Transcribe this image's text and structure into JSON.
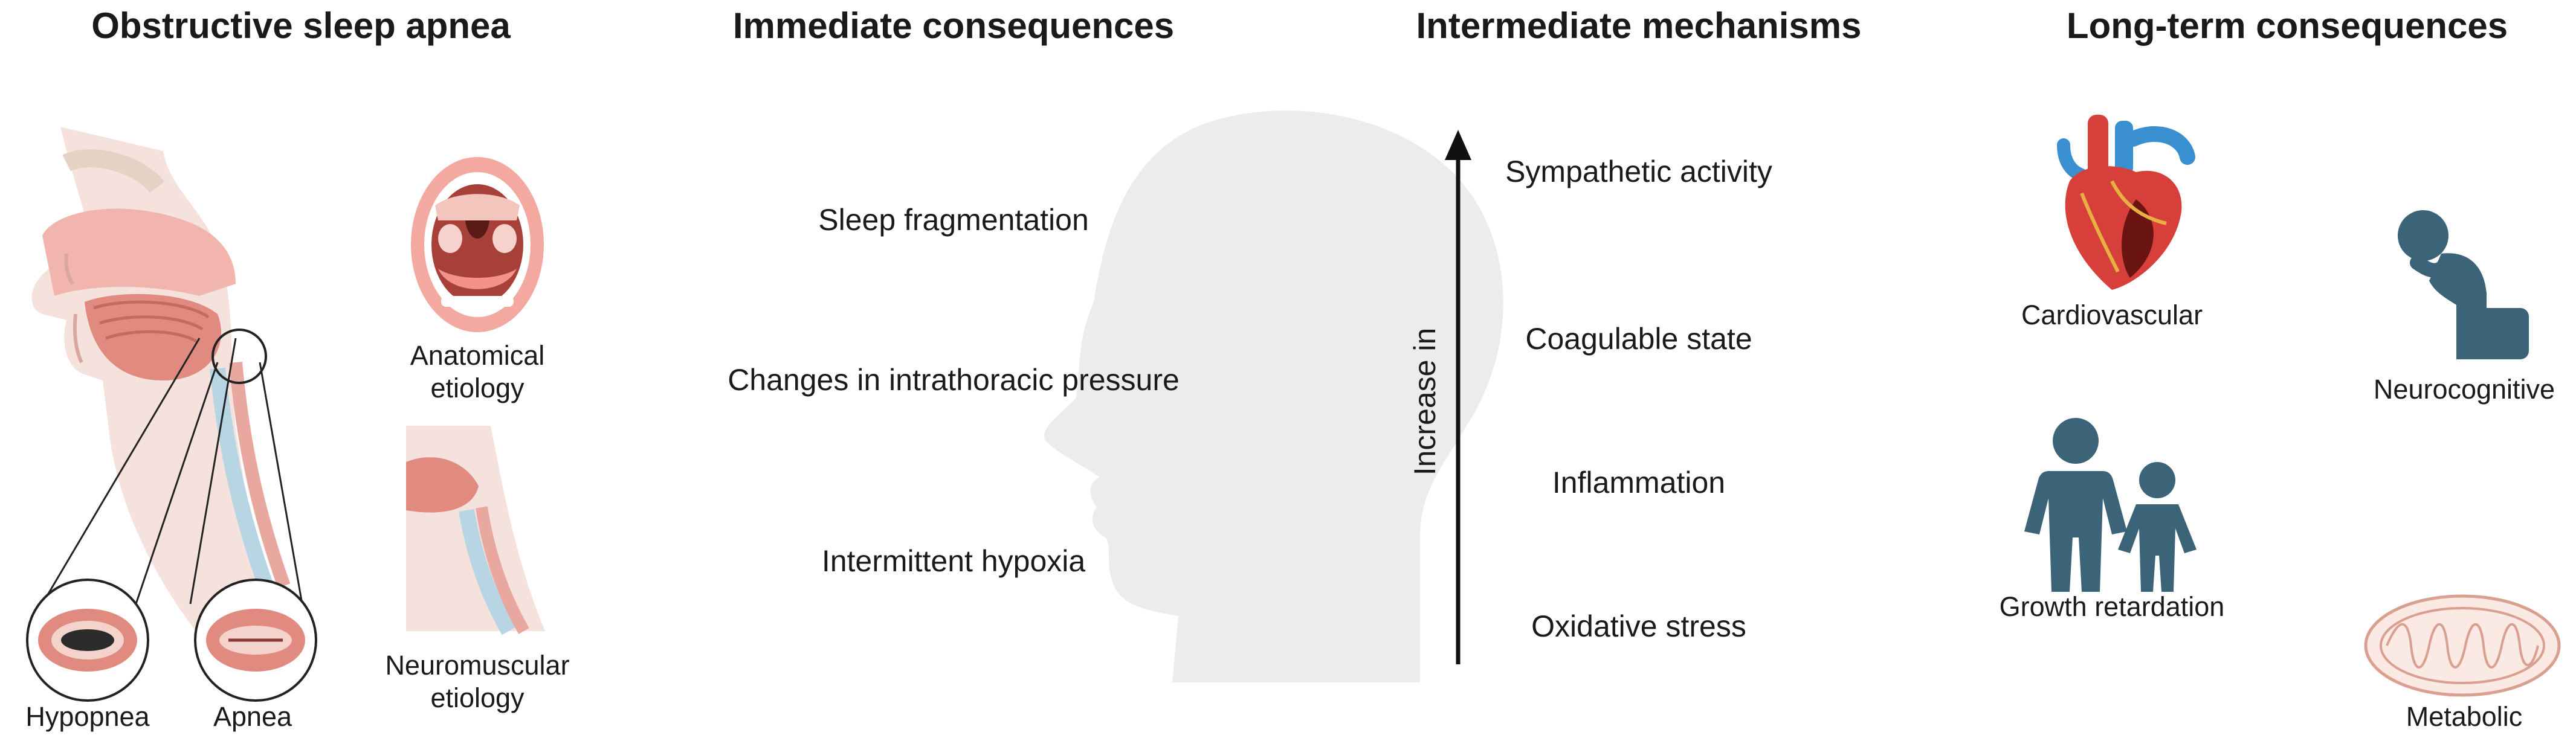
{
  "headers": {
    "osa": "Obstructive sleep apnea",
    "immediate": "Immediate consequences",
    "intermediate": "Intermediate mechanisms",
    "longterm": "Long-term consequences"
  },
  "osa_labels": {
    "anatomical": [
      "Anatomical",
      "etiology"
    ],
    "neuromuscular": [
      "Neuromuscular",
      "etiology"
    ],
    "hypopnea": "Hypopnea",
    "apnea": "Apnea"
  },
  "immediate_items": [
    "Sleep fragmentation",
    "Changes in intrathoracic pressure",
    "Intermittent hypoxia"
  ],
  "arrow_label": "Increase in",
  "intermediate_items": [
    "Sympathetic activity",
    "Coagulable state",
    "Inflammation",
    "Oxidative stress"
  ],
  "longterm_items": {
    "cardiovascular": "Cardiovascular",
    "neurocognitive": "Neurocognitive",
    "growth": "Growth retardation",
    "metabolic": "Metabolic"
  },
  "colors": {
    "tissue_pink": "#f2b5ae",
    "tissue_dark": "#e08a80",
    "head_silhouette": "#ececec",
    "icon_blue": "#3b6478",
    "heart_red": "#d7403a",
    "vessel_blue": "#3a8fd0"
  }
}
